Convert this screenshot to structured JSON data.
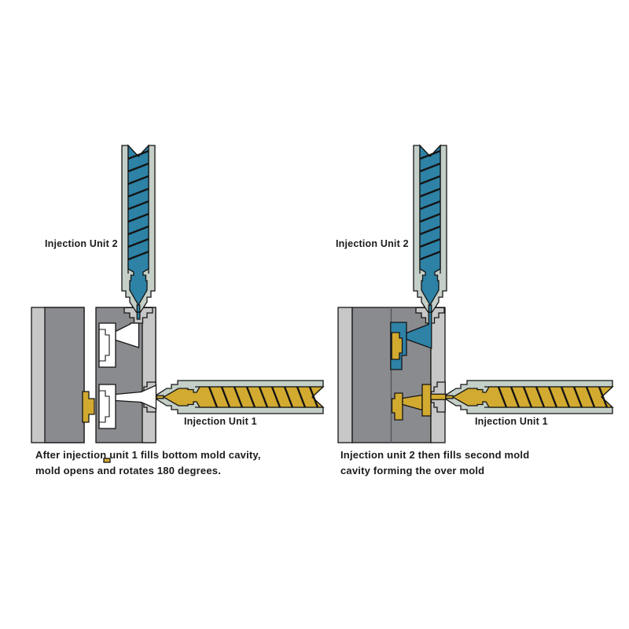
{
  "title": "Two-shot injection molding process diagram",
  "colors": {
    "melt1": "#d2aa30",
    "melt2": "#2d82a6",
    "shell": "#c4cfc8",
    "mold_gray": "#8a8b8f",
    "mold_light": "#c7c7c7",
    "cavity_white": "#ffffff",
    "outline": "#151515",
    "parting_line": "#54555a",
    "background": "#ffffff",
    "text": "#1b1b1b"
  },
  "panels": [
    {
      "unit2_label": "Injection Unit 2",
      "unit1_label": "Injection Unit 1",
      "caption_line1": "After injection unit 1 fills bottom mold cavity,",
      "caption_line2": "mold opens and rotates 180 degrees."
    },
    {
      "unit2_label": "Injection Unit 2",
      "unit1_label": "Injection Unit 1",
      "caption_line1": "Injection unit 2 then fills second mold",
      "caption_line2": "cavity forming the over mold"
    }
  ]
}
